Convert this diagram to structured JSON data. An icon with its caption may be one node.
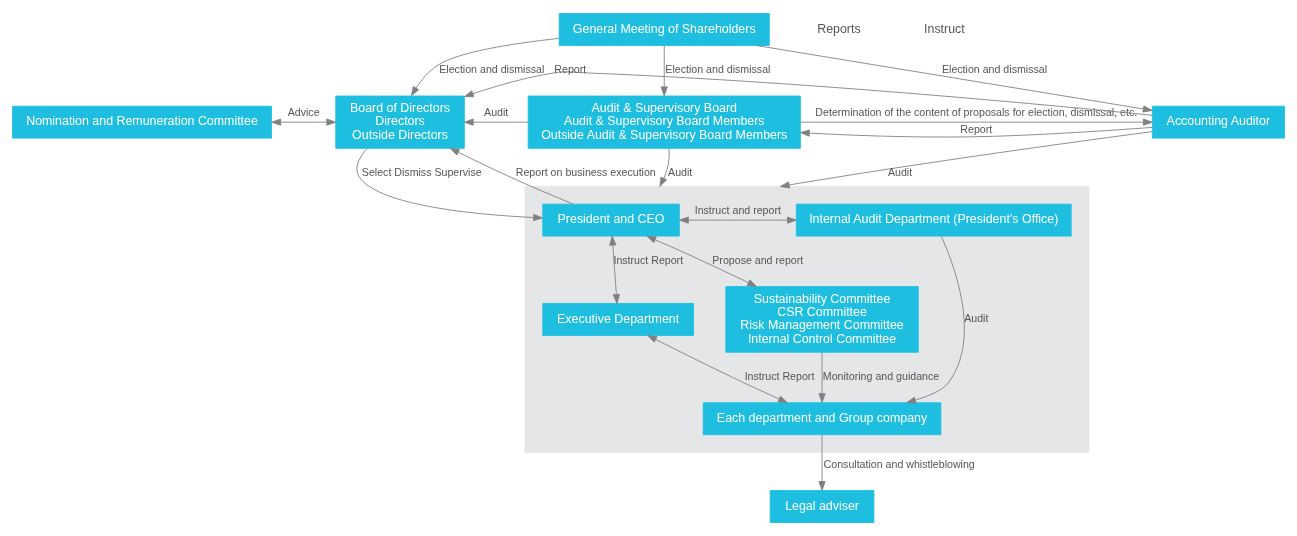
{
  "diagram": {
    "nodes": [
      {
        "text": [
          "General Meeting of Shareholders"
        ]
      },
      {
        "text": [
          "Nomination and Remuneration Committee"
        ]
      },
      {
        "text": [
          "Board of Directors",
          "Directors",
          "Outside Directors"
        ]
      },
      {
        "text": [
          "Audit & Supervisory Board",
          "Audit & Supervisory Board Members",
          "Outside Audit & Supervisory Board Members"
        ]
      },
      {
        "text": [
          "Accounting Auditor"
        ]
      },
      {
        "text": [
          "Legal adviser"
        ]
      },
      {
        "text": [],
        "shape": "box"
      },
      {
        "text": [
          "President and CEO"
        ],
        "in": 6
      },
      {
        "text": [
          "Internal Audit Department (President’s Office)"
        ],
        "in": 6
      },
      {
        "text": [
          "Executive Department"
        ],
        "in": 6
      },
      {
        "text": [
          "Sustainability Committee",
          "CSR Committee",
          "Risk Management Committee",
          "Internal Control Committee"
        ],
        "in": 6
      },
      {
        "text": [
          "Each department and Group company"
        ],
        "in": 6
      }
    ],
    "edges": [
      {
        "from": 0,
        "to": 2,
        "arrow": "to",
        "label": "Election and dismissal"
      },
      {
        "from": 0,
        "to": 3,
        "arrow": "to",
        "label": "Election and dismissal"
      },
      {
        "from": 0,
        "to": 4,
        "arrow": "to",
        "label": "Election and dismissal"
      },
      {
        "from": 1,
        "to": 2,
        "arrow": "both",
        "label": "Advice"
      },
      {
        "from": 3,
        "to": 2,
        "arrow": "to",
        "label": "Audit"
      },
      {
        "from": 3,
        "to": 4,
        "arrow": "to",
        "label": "Determination of the content of proposals for election, dismissal, etc."
      },
      {
        "from": 4,
        "to": 3,
        "arrow": "to",
        "label": "Report"
      },
      {
        "from": 4,
        "to": 2,
        "arrow": "to",
        "label": "Report"
      },
      {
        "from": 3,
        "to": 6,
        "arrow": "to",
        "label": "Audit"
      },
      {
        "from": 4,
        "to": 6,
        "arrow": "to",
        "label": "Audit"
      },
      {
        "from": 2,
        "to": 7,
        "arrow": "to",
        "label": "Select Dismiss Supervise"
      },
      {
        "from": 7,
        "to": 2,
        "arrow": "to",
        "label": "Report on business execution"
      },
      {
        "from": 7,
        "to": 8,
        "arrow": "both",
        "label": "Instruct and report"
      },
      {
        "from": 7,
        "to": 9,
        "arrow": "both",
        "label": "Instruct Report"
      },
      {
        "from": 7,
        "to": 10,
        "arrow": "both",
        "label": "Propose and report"
      },
      {
        "from": 9,
        "to": 11,
        "arrow": "both",
        "label": "Instruct Report"
      },
      {
        "from": 10,
        "to": 11,
        "arrow": "to",
        "label": "Monitoring and guidance"
      },
      {
        "from": 8,
        "to": 11,
        "arrow": "to",
        "label": "Audit"
      },
      {
        "from": 11,
        "to": 5,
        "arrow": "to",
        "label": "Consultation and whistleblowing"
      }
    ],
    "labels": [
      "Reports",
      "Instruct"
    ]
  }
}
